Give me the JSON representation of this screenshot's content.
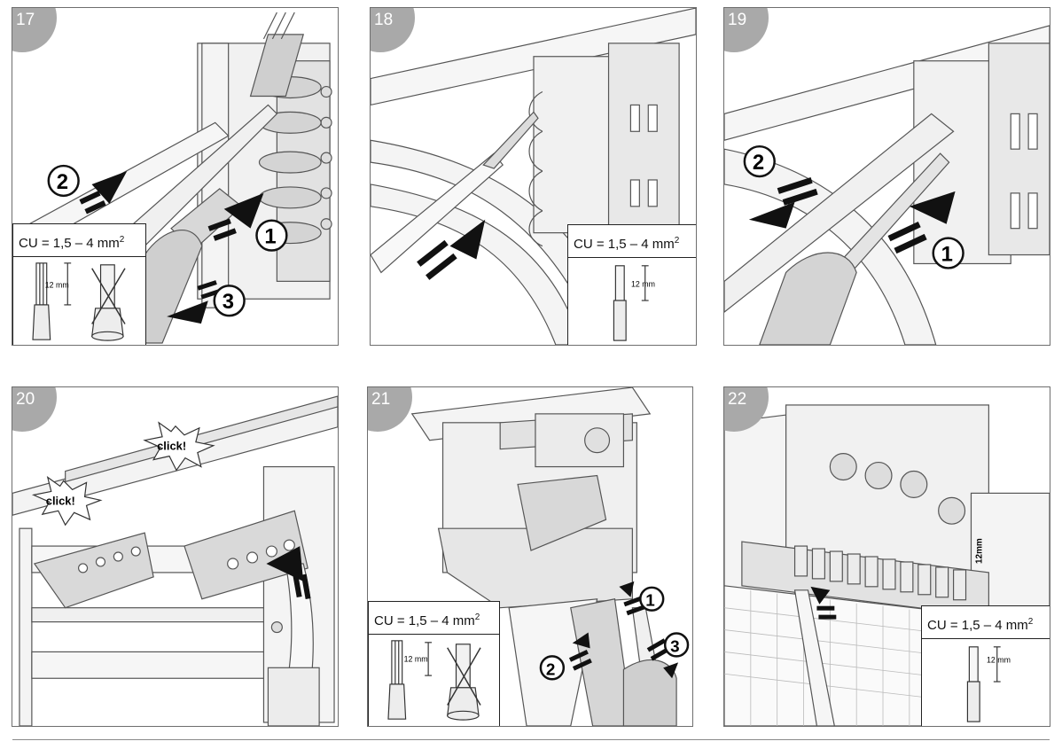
{
  "steps": [
    {
      "number": "17",
      "spec": {
        "label": "CU = 1,5 – 4 mm",
        "sup": "2",
        "length": "12 mm"
      },
      "callouts": [
        "2",
        "1",
        "3"
      ]
    },
    {
      "number": "18",
      "spec": {
        "label": "CU = 1,5 – 4 mm",
        "sup": "2",
        "length": "12 mm"
      }
    },
    {
      "number": "19",
      "callouts": [
        "2",
        "1"
      ]
    },
    {
      "number": "20",
      "click_label": "click!"
    },
    {
      "number": "21",
      "spec": {
        "label": "CU = 1,5 – 4 mm",
        "sup": "2",
        "length": "12 mm"
      },
      "callouts": [
        "1",
        "2",
        "3"
      ]
    },
    {
      "number": "22",
      "spec": {
        "label": "CU = 1,5 – 4 mm",
        "sup": "2",
        "length": "12 mm"
      },
      "side_label": "12mm"
    }
  ],
  "colors": {
    "badge": "#a9a9a9",
    "line": "#555555",
    "fill": "#e6e6e6",
    "arrow": "#111111"
  }
}
